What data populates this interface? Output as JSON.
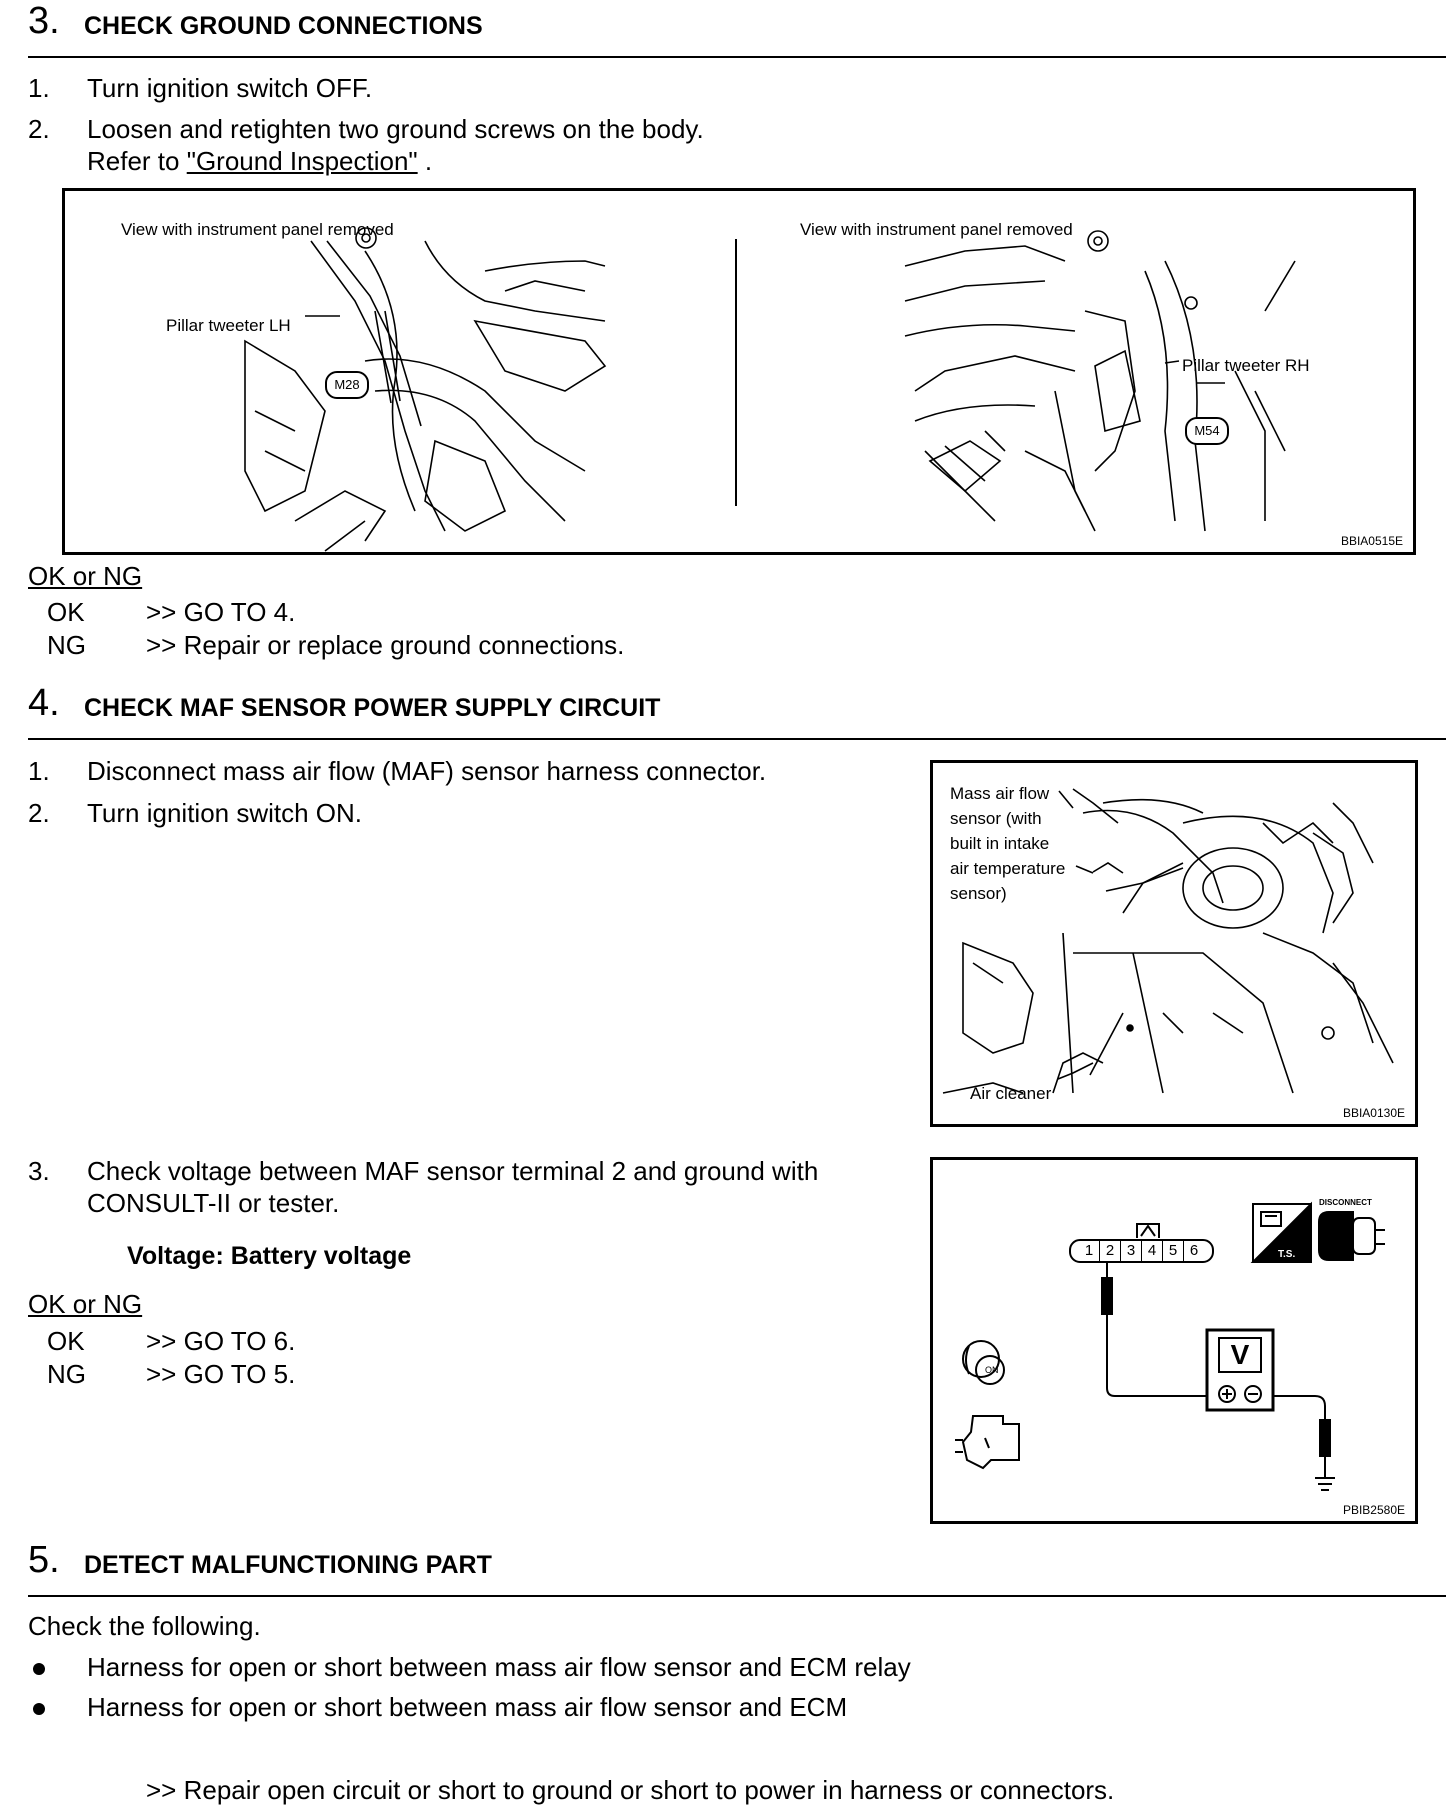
{
  "step3": {
    "number": "3.",
    "title": "CHECK GROUND CONNECTIONS",
    "items": [
      {
        "num": "1.",
        "text": "Turn ignition switch OFF."
      },
      {
        "num": "2.",
        "text": "Loosen and retighten two ground screws on the body."
      }
    ],
    "refer_prefix": "Refer to ",
    "refer_link": "\"Ground Inspection\"",
    "refer_suffix": " .",
    "figure": {
      "left_caption": "View with instrument panel removed",
      "right_caption": "View with instrument panel removed",
      "left_label": "Pillar tweeter LH",
      "right_label": "Pillar tweeter RH",
      "left_connector": "M28",
      "right_connector": "M54",
      "code": "BBIA0515E"
    },
    "ok_or_ng": "OK or NG",
    "results": [
      {
        "key": "OK",
        "text": ">> GO TO 4."
      },
      {
        "key": "NG",
        "text": ">> Repair or replace ground connections."
      }
    ]
  },
  "step4": {
    "number": "4.",
    "title": "CHECK MAF SENSOR POWER SUPPLY CIRCUIT",
    "items": [
      {
        "num": "1.",
        "text": "Disconnect mass air flow (MAF) sensor harness connector."
      },
      {
        "num": "2.",
        "text": "Turn ignition switch ON."
      }
    ],
    "figure1": {
      "label_lines": [
        "Mass air flow",
        "sensor (with",
        "built in intake",
        "air temperature",
        "sensor)"
      ],
      "air_cleaner": "Air cleaner",
      "code": "BBIA0130E"
    },
    "item3_num": "3.",
    "item3_line1": "Check voltage between MAF sensor terminal 2 and ground with",
    "item3_line2": "CONSULT-II or tester.",
    "voltage_spec": "Voltage: Battery voltage",
    "figure2": {
      "terminals": [
        "1",
        "2",
        "3",
        "4",
        "5",
        "6"
      ],
      "disconnect": "DISCONNECT",
      "ts": "T.S.",
      "meter": "V",
      "on": "ON",
      "code": "PBIB2580E"
    },
    "ok_or_ng": "OK or NG",
    "results": [
      {
        "key": "OK",
        "text": ">> GO TO 6."
      },
      {
        "key": "NG",
        "text": ">> GO TO 5."
      }
    ]
  },
  "step5": {
    "number": "5.",
    "title": "DETECT MALFUNCTIONING PART",
    "intro": "Check the following.",
    "bullets": [
      "Harness for open or short between mass air flow sensor and ECM relay",
      "Harness for open or short between mass air flow sensor and ECM"
    ],
    "action": ">> Repair open circuit or short to ground or short to power in harness or connectors."
  }
}
